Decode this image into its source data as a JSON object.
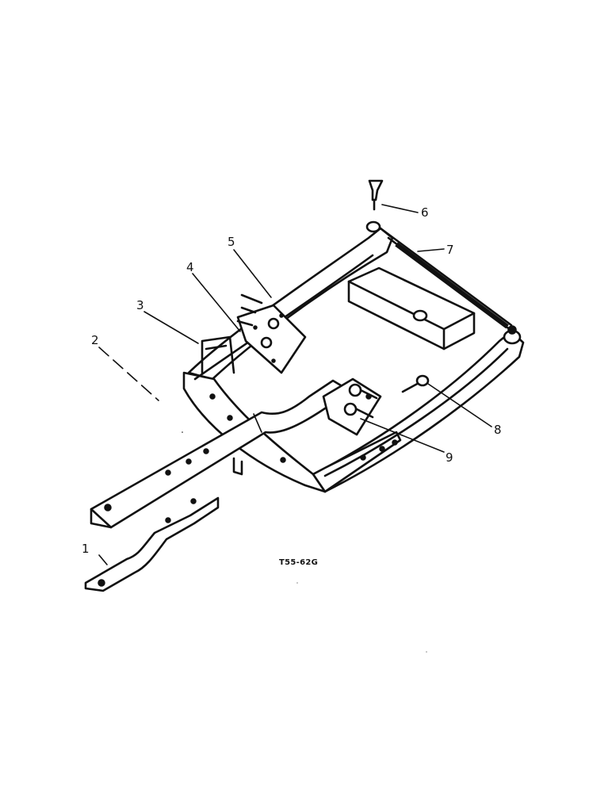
{
  "figure": {
    "code": "T55-62G",
    "callouts": [
      {
        "id": "1",
        "label": "1"
      },
      {
        "id": "2",
        "label": "2"
      },
      {
        "id": "3",
        "label": "3"
      },
      {
        "id": "4",
        "label": "4"
      },
      {
        "id": "5",
        "label": "5"
      },
      {
        "id": "6",
        "label": "6"
      },
      {
        "id": "7",
        "label": "7"
      },
      {
        "id": "8",
        "label": "8"
      },
      {
        "id": "9",
        "label": "9"
      }
    ]
  }
}
